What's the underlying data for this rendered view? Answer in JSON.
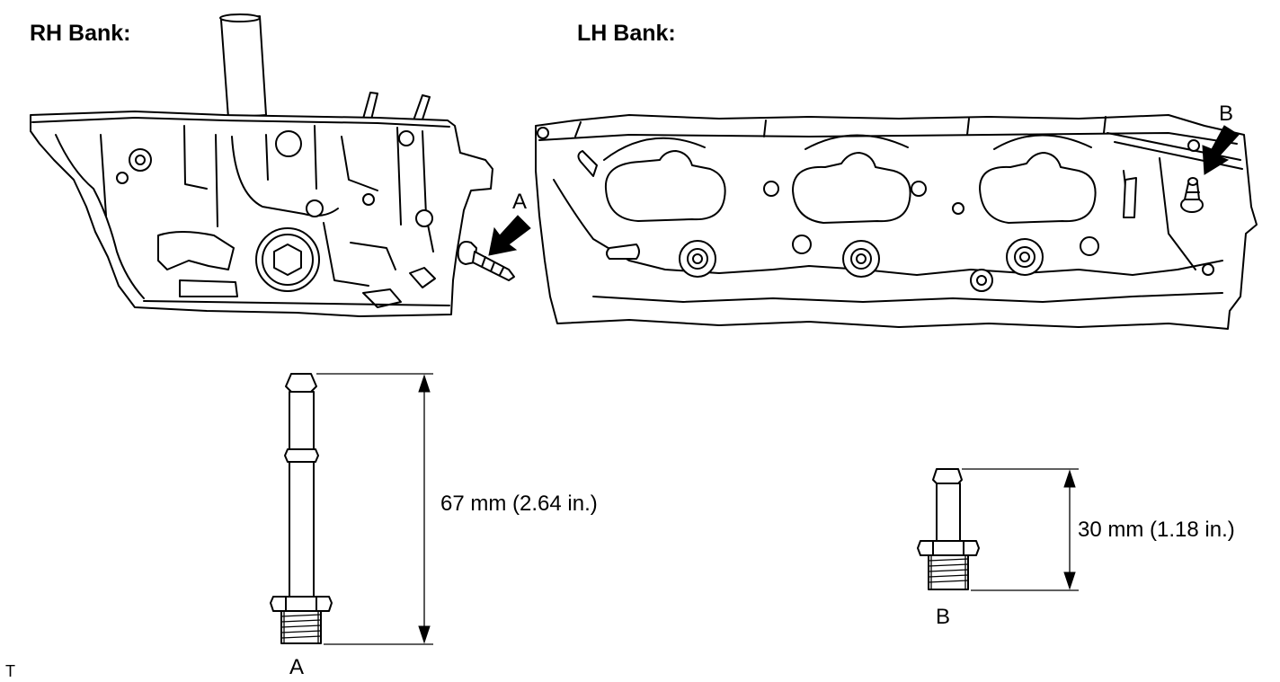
{
  "labels": {
    "rh_bank": "RH Bank:",
    "lh_bank": "LH Bank:",
    "callout_a": "A",
    "callout_b": "B",
    "part_a": "A",
    "part_b": "B",
    "corner_mark": "T"
  },
  "dimensions": {
    "part_a_length": "67 mm (2.64 in.)",
    "part_b_length": "30 mm (1.18 in.)"
  }
}
